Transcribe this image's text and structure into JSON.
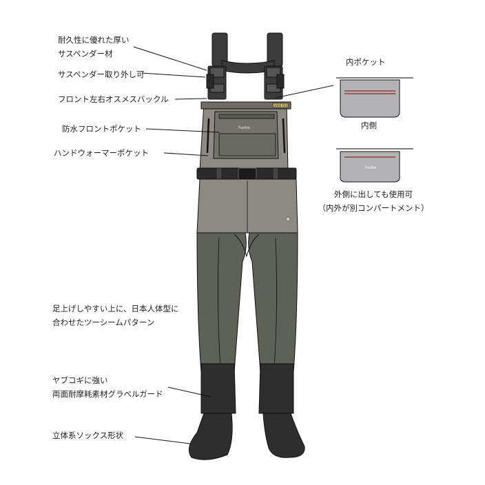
{
  "callouts": {
    "suspender_material": [
      "耐久性に優れた厚い",
      "サスペンダー材"
    ],
    "suspender_removable": "サスペンダー取り外し可",
    "front_buckle": "フロント左右オスメスバックル",
    "waterproof_pocket": "防水フロントポケット",
    "hand_warmer_pocket": "ハンドウォーマーポケット",
    "two_seam_pattern": [
      "足上げしやすい上に、日本人体型に",
      "合わせたツーシームパターン"
    ],
    "gravel_guard": [
      "ヤブコギに強い",
      "両面耐摩耗素材グラベルガード"
    ],
    "socks_shape": "立体系ソックス形状"
  },
  "pocket_panel": {
    "title": "内ポケット",
    "inside_label": "内側",
    "outside_label": [
      "外側に出しても使用可",
      "（内外が別コンパートメント）"
    ]
  },
  "brand": {
    "logo_text": "Foxfire",
    "badge_text": "GORE-TEX"
  },
  "colors": {
    "upper_body": "#8d8a83",
    "leg": "#5e6156",
    "boot": "#2e2e2e",
    "strap": "#3b3b3b",
    "pocket": "#b3b3b5",
    "pocket_stripe": "#8a2a2a"
  }
}
